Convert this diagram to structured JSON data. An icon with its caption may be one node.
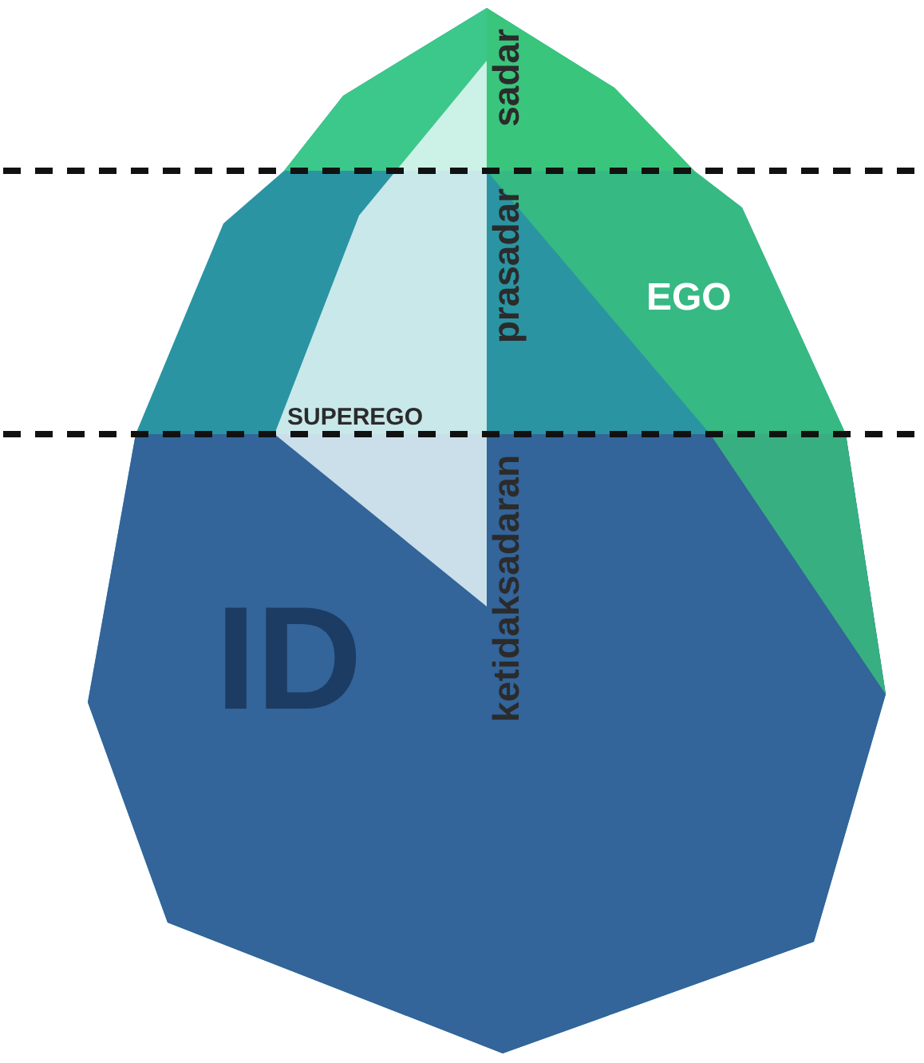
{
  "diagram": {
    "nodes": [
      {
        "text": [
          "EGO"
        ]
      },
      {
        "text": [
          "SUPEREGO"
        ]
      },
      {
        "text": [
          "ID"
        ]
      }
    ],
    "labels": [
      "sadar",
      "prasadar",
      "ketidaksadaran"
    ]
  }
}
